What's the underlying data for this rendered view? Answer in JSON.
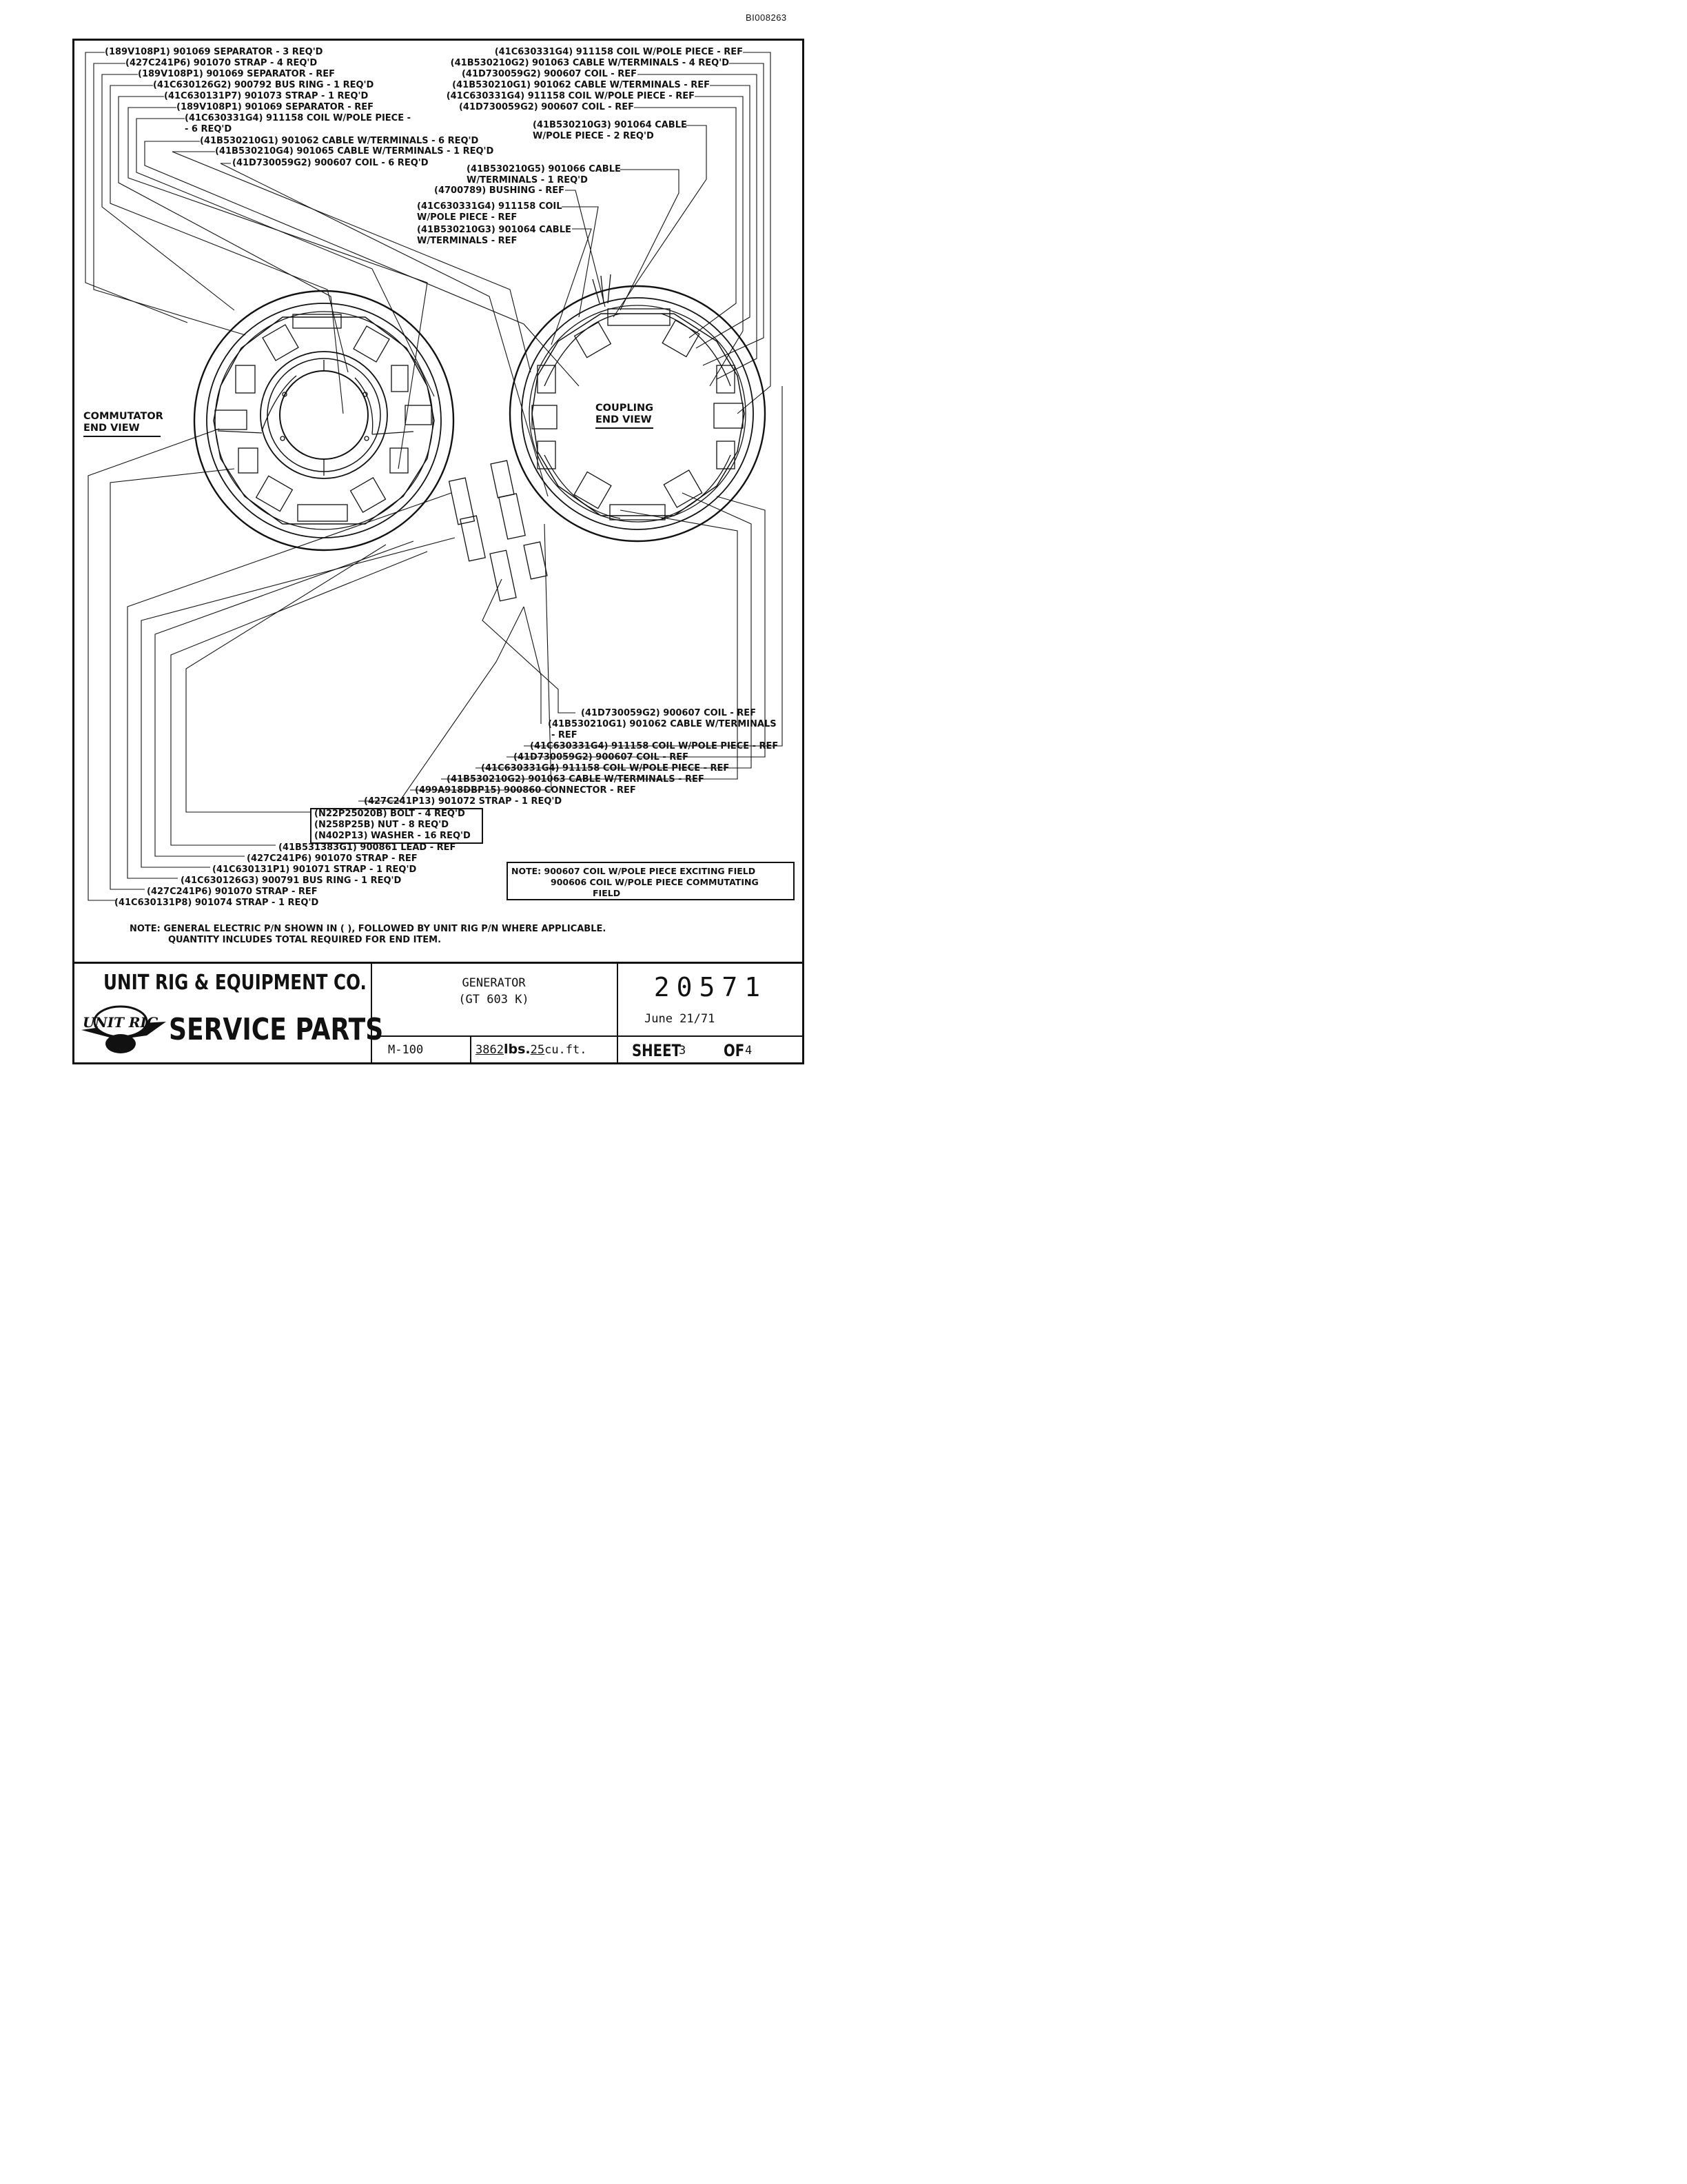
{
  "document_id": "BI008263",
  "views": {
    "commutator": [
      "COMMUTATOR",
      "END VIEW"
    ],
    "coupling": [
      "COUPLING",
      "END VIEW"
    ]
  },
  "labels_top_left": [
    "(189V108P1) 901069 SEPARATOR - 3 REQ'D",
    "(427C241P6) 901070 STRAP - 4 REQ'D",
    "(189V108P1) 901069 SEPARATOR - REF",
    "(41C630126G2) 900792 BUS RING - 1 REQ'D",
    "(41C630131P7) 901073 STRAP - 1 REQ'D",
    "(189V108P1) 901069 SEPARATOR - REF",
    "(41C630331G4) 911158 COIL W/POLE PIECE -",
    "- 6 REQ'D",
    "(41B530210G1) 901062 CABLE W/TERMINALS - 6 REQ'D",
    "(41B530210G4) 901065 CABLE W/TERMINALS - 1 REQ'D",
    "(41D730059G2) 900607 COIL - 6 REQ'D"
  ],
  "labels_top_right": [
    "(41C630331G4) 911158 COIL W/POLE PIECE - REF",
    "(41B530210G2) 901063 CABLE W/TERMINALS - 4 REQ'D",
    "(41D730059G2) 900607 COIL - REF",
    "(41B530210G1) 901062 CABLE W/TERMINALS - REF",
    "(41C630331G4) 911158 COIL W/POLE PIECE - REF",
    "(41D730059G2) 900607 COIL - REF"
  ],
  "labels_mid_right": [
    "(41B530210G3) 901064 CABLE",
    "W/POLE PIECE - 2 REQ'D",
    "(41B530210G5) 901066 CABLE",
    "W/TERMINALS - 1 REQ'D",
    "(4700789) BUSHING - REF",
    "(41C630331G4) 911158 COIL",
    "W/POLE PIECE - REF",
    "(41B530210G3) 901064 CABLE",
    "W/TERMINALS - REF"
  ],
  "labels_bottom_right": [
    "(41D730059G2) 900607 COIL - REF",
    "(41B530210G1) 901062 CABLE W/TERMINALS",
    "- REF",
    "(41C630331G4) 911158 COIL W/POLE PIECE - REF",
    "(41D730059G2) 900607 COIL - REF",
    "(41C630331G4) 911158 COIL W/POLE PIECE - REF",
    "(41B530210G2) 901063 CABLE W/TERMINALS - REF",
    "(499A918DBP15) 900860 CONNECTOR - REF",
    "(427C241P13) 901072 STRAP - 1 REQ'D"
  ],
  "hardware_box": [
    "(N22P25020B) BOLT - 4 REQ'D",
    "(N258P25B) NUT - 8 REQ'D",
    "(N402P13) WASHER - 16 REQ'D"
  ],
  "labels_bottom_left": [
    "(41B531383G1) 900861 LEAD - REF",
    "(427C241P6) 901070 STRAP - REF",
    "(41C630131P1) 901071 STRAP - 1 REQ'D",
    "(41C630126G3) 900791 BUS RING - 1 REQ'D",
    "(427C241P6) 901070 STRAP - REF",
    "(41C630131P8) 901074 STRAP - 1 REQ'D"
  ],
  "field_note": [
    "NOTE: 900607 COIL W/POLE PIECE EXCITING FIELD",
    "900606 COIL W/POLE PIECE COMMUTATING",
    "FIELD"
  ],
  "general_note": [
    "NOTE: GENERAL ELECTRIC P/N SHOWN IN ( ), FOLLOWED BY UNIT RIG P/N WHERE APPLICABLE.",
    "QUANTITY INCLUDES TOTAL REQUIRED FOR END ITEM."
  ],
  "title_block": {
    "company": "UNIT RIG & EQUIPMENT CO.",
    "logo_text": "UNIT RIG",
    "service_parts": "SERVICE PARTS",
    "description": "GENERATOR",
    "model": "(GT 603 K)",
    "drawing_number": "20571",
    "date": "June 21/71",
    "model_code": "M-100",
    "weight_value": "3862",
    "weight_unit": "lbs.",
    "volume_value": "25",
    "volume_unit": "cu.ft.",
    "sheet_label": "SHEET",
    "sheet_number": "3",
    "of_label": "OF",
    "sheet_total": "4"
  }
}
